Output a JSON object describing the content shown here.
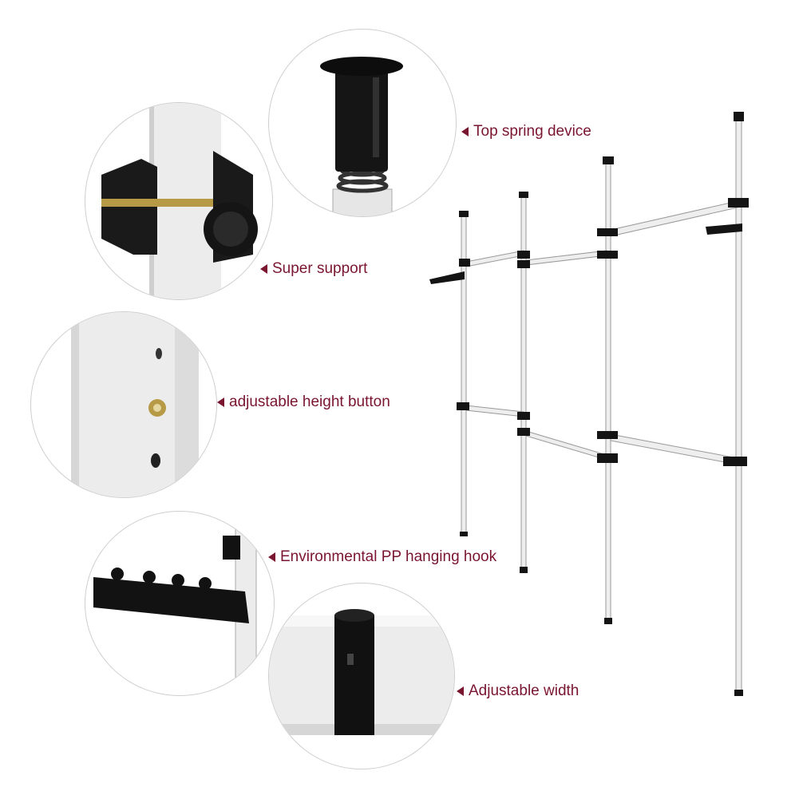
{
  "callouts": {
    "top_spring": "Top spring device",
    "super_support": "Super support",
    "height_button": "adjustable height button",
    "hanging_hook": "Environmental PP hanging hook",
    "adjustable_width": "Adjustable width"
  },
  "colors": {
    "label_text": "#7a1530",
    "pole": "#eeeeee",
    "pole_edge": "#999999",
    "plastic": "#141414",
    "brass": "#b79a45"
  },
  "icons": [
    "spring-icon",
    "clamp-knob-icon",
    "height-button-icon",
    "hook-icon",
    "width-joint-icon"
  ]
}
